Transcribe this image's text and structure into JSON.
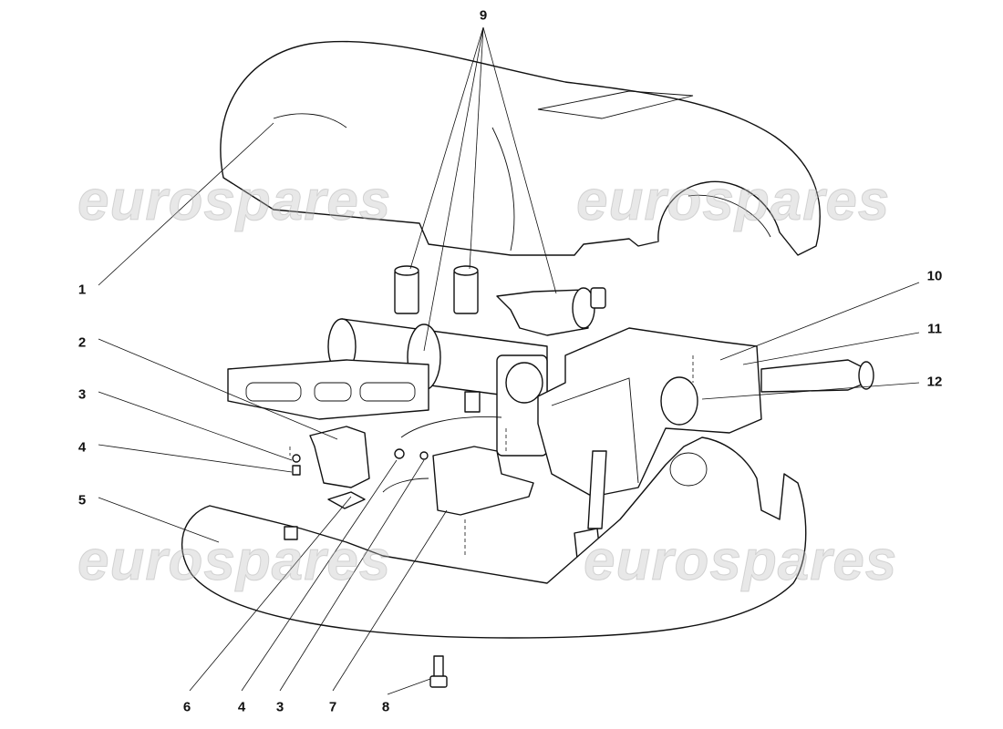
{
  "watermark": "eurospares",
  "callouts": {
    "l1": "1",
    "l2": "2",
    "l3": "3",
    "l4": "4",
    "l5": "5",
    "l9": "9",
    "l10": "10",
    "l11": "11",
    "l12": "12",
    "b6": "6",
    "b4": "4",
    "b3": "3",
    "b7": "7",
    "b8": "8"
  }
}
